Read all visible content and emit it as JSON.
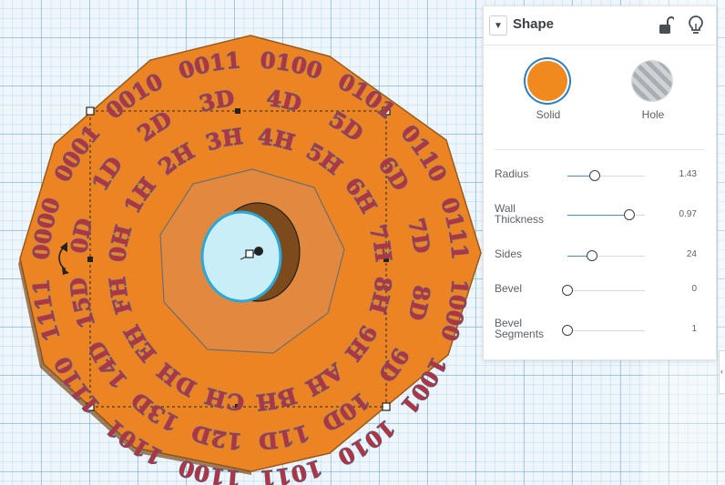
{
  "panel": {
    "title": "Shape",
    "modes": [
      {
        "label": "Solid",
        "icon": "solid-swatch",
        "color": "#f08a1f",
        "selected": true
      },
      {
        "label": "Hole",
        "icon": "hole-swatch",
        "color": "#b8bcc0",
        "selected": false
      }
    ],
    "params": [
      {
        "label": "Radius",
        "value": "1.43",
        "fraction": 0.35
      },
      {
        "label": "Wall Thickness",
        "value": "0.97",
        "fraction": 0.8
      },
      {
        "label": "Sides",
        "value": "24",
        "fraction": 0.32
      },
      {
        "label": "Bevel",
        "value": "0",
        "fraction": 0.0
      },
      {
        "label": "Bevel Segments",
        "value": "1",
        "fraction": 0.0
      }
    ]
  },
  "shape": {
    "outer_color": "#ec8424",
    "inner_ring_color": "#e2893f",
    "hole_color": "#c9eef8",
    "text_color": "#b6323f",
    "ring_labels": {
      "outer": [
        "0000",
        "0001",
        "0010",
        "0011",
        "0100",
        "0101",
        "0110",
        "0111",
        "1000",
        "1001",
        "1010",
        "1011",
        "1100",
        "1101",
        "1110",
        "1111"
      ],
      "middle": [
        "0D",
        "1D",
        "2D",
        "3D",
        "4D",
        "5D",
        "6D",
        "7D",
        "8D",
        "9D",
        "10D",
        "11D",
        "12D",
        "13D",
        "14D",
        "15D"
      ],
      "inner": [
        "0H",
        "1H",
        "2H",
        "3H",
        "4H",
        "5H",
        "6H",
        "7H",
        "8H",
        "9H",
        "AH",
        "BH",
        "CH",
        "DH",
        "EH",
        "FH"
      ]
    }
  }
}
